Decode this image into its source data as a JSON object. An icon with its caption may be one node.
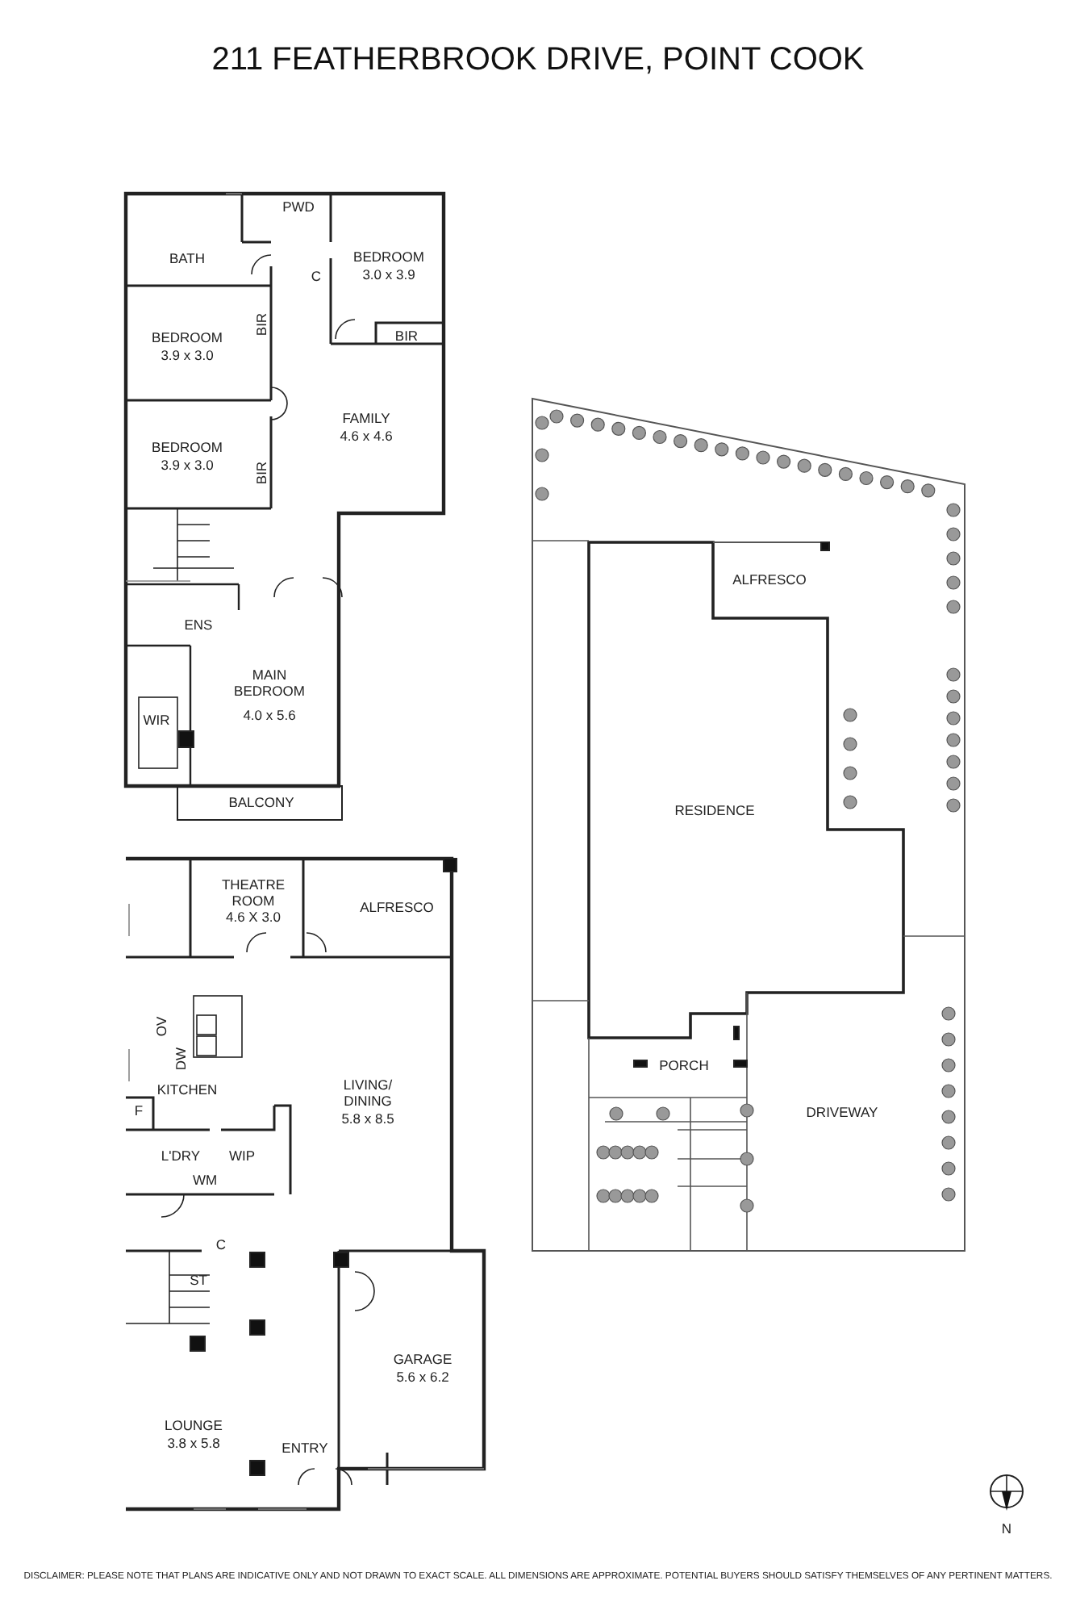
{
  "diagram": {
    "title": "211 FEATHERBROOK DRIVE, POINT COOK",
    "caption": "DISCLAIMER: PLEASE NOTE THAT PLANS ARE INDICATIVE ONLY AND NOT DRAWN TO EXACT SCALE. ALL DIMENSIONS ARE APPROXIMATE. POTENTIAL BUYERS SHOULD SATISFY THEMSELVES OF ANY PERTINENT MATTERS.",
    "labels": [
      "PWD",
      "BATH",
      "BEDROOM",
      "3.0 x 3.9",
      "C",
      "BEDROOM",
      "3.9 x 3.0",
      "BIR",
      "BIR",
      "FAMILY",
      "4.6 x 4.6",
      "BEDROOM",
      "3.9 x 3.0",
      "BIR",
      "ENS",
      "MAIN BEDROOM",
      "4.0 x 5.6",
      "WIR",
      "BALCONY",
      "ALFRESCO",
      "RESIDENCE",
      "PORCH",
      "DRIVEWAY",
      "THEATRE ROOM",
      "4.6 X 3.0",
      "ALFRESCO",
      "OV",
      "DW",
      "KITCHEN",
      "LIVING/ DINING",
      "5.8 x 8.5",
      "F",
      "L'DRY",
      "WIP",
      "WM",
      "C",
      "ST",
      "GARAGE",
      "5.6 x 6.2",
      "LOUNGE",
      "3.8 x 5.8",
      "ENTRY",
      "N"
    ]
  }
}
